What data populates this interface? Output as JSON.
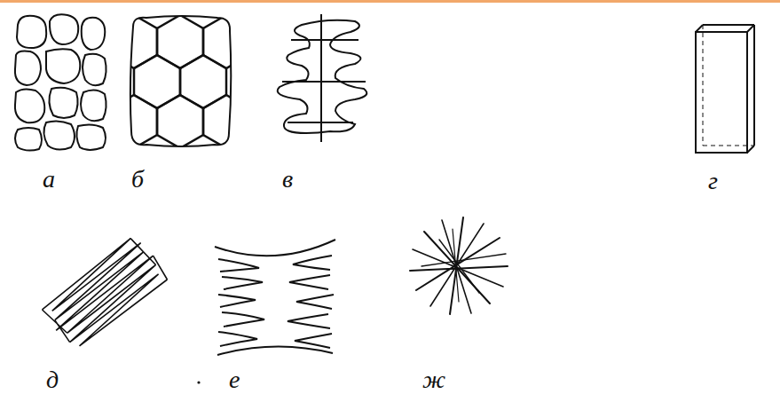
{
  "diagram": {
    "labels": [
      "а",
      "б",
      "в",
      "г",
      "д",
      "е",
      "ж"
    ]
  }
}
